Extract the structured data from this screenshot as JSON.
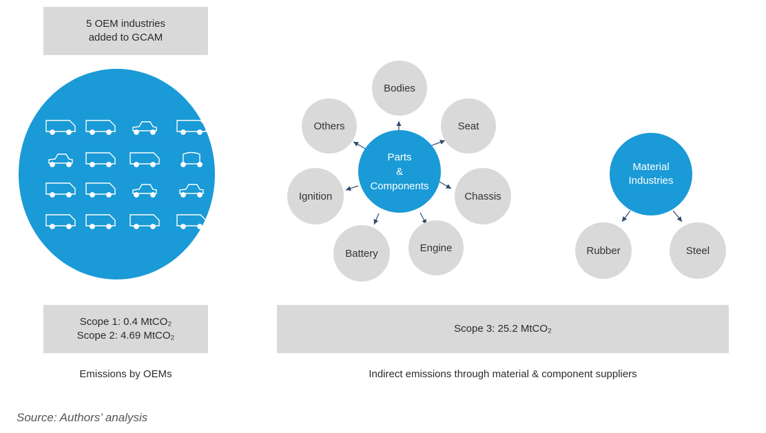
{
  "oem_header": [
    "5 OEM industries",
    "added to GCAM"
  ],
  "scope_box": [
    "Scope 1: 0.4 MtCO₂",
    "Scope 2:  4.69 MtCO₂"
  ],
  "oem_caption": "Emissions by OEMs",
  "scope3_box": "Scope 3: 25.2 MtCO₂",
  "supplier_caption": "Indirect emissions through material & component suppliers",
  "source": "Source: Authors’ analysis",
  "parts_hub": [
    "Parts",
    "&",
    "Components"
  ],
  "parts_nodes": {
    "bodies": "Bodies",
    "seat": "Seat",
    "chassis": "Chassis",
    "engine": "Engine",
    "battery": "Battery",
    "ignition": "Ignition",
    "others": "Others"
  },
  "material_hub": [
    "Material",
    "Industries"
  ],
  "material_nodes": {
    "rubber": "Rubber",
    "steel": "Steel"
  },
  "colors": {
    "blue": "#1a9ad6",
    "grey": "#d9d9d9"
  },
  "icons": [
    "truck-icon",
    "car-icon",
    "bus-icon",
    "auto-rickshaw-icon",
    "pickup-icon",
    "van-icon",
    "taxi-icon"
  ]
}
